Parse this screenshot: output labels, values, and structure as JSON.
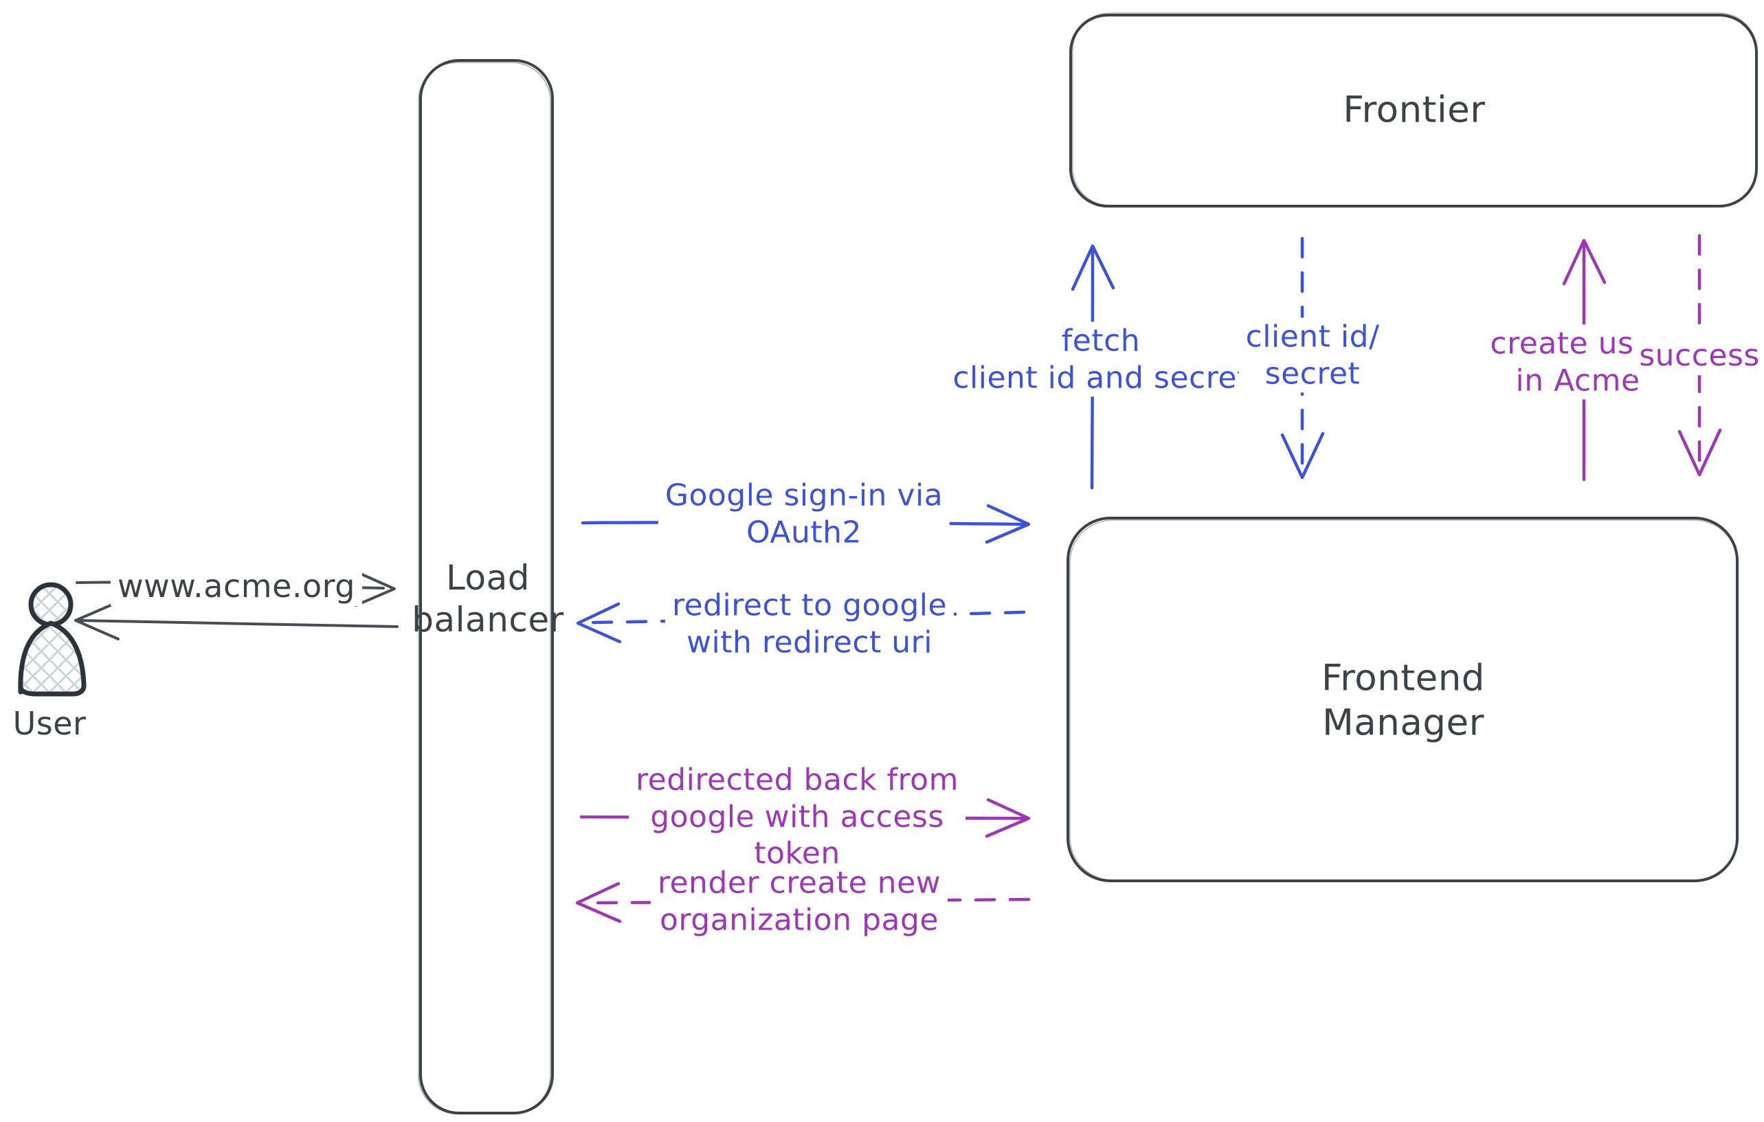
{
  "canvas": {
    "background": "#ffffff"
  },
  "colors": {
    "ink": "#3b4248",
    "blue": "#3d52d6",
    "purple": "#9d37b5",
    "hatch_fill": "#ccd5de"
  },
  "nodes": {
    "user": {
      "label": "User"
    },
    "load_balancer": {
      "lines": [
        "Load",
        "balancer"
      ]
    },
    "frontier": {
      "label": "Frontier"
    },
    "frontend_manager": {
      "lines": [
        "Frontend",
        "Manager"
      ]
    }
  },
  "edges": {
    "www_acme": {
      "label": "www.acme.org",
      "style": "solid",
      "direction": "right",
      "color": "ink"
    },
    "lb_return": {
      "style": "solid",
      "direction": "left",
      "color": "ink"
    },
    "google_signin": {
      "lines": [
        "Google sign-in via",
        "OAuth2"
      ],
      "style": "solid",
      "direction": "right",
      "color": "blue"
    },
    "redirect_google": {
      "lines": [
        "redirect to google",
        "with redirect uri"
      ],
      "style": "dashed",
      "direction": "left",
      "color": "blue"
    },
    "fetch_client": {
      "lines": [
        "fetch",
        "client id and secret"
      ],
      "style": "solid",
      "direction": "up",
      "color": "blue"
    },
    "client_id_secret": {
      "lines": [
        "client id/",
        "secret"
      ],
      "style": "dashed",
      "direction": "down",
      "color": "blue"
    },
    "create_user": {
      "lines": [
        "create user",
        "in Acme"
      ],
      "style": "solid",
      "direction": "up",
      "color": "purple"
    },
    "success": {
      "label": "success",
      "style": "dashed",
      "direction": "down",
      "color": "purple"
    },
    "redirected_back": {
      "lines": [
        "redirected back from",
        "google with access",
        "token"
      ],
      "style": "solid",
      "direction": "right",
      "color": "purple"
    },
    "render_org_page": {
      "lines": [
        "render create new",
        "organization page"
      ],
      "style": "dashed",
      "direction": "left",
      "color": "purple"
    }
  }
}
